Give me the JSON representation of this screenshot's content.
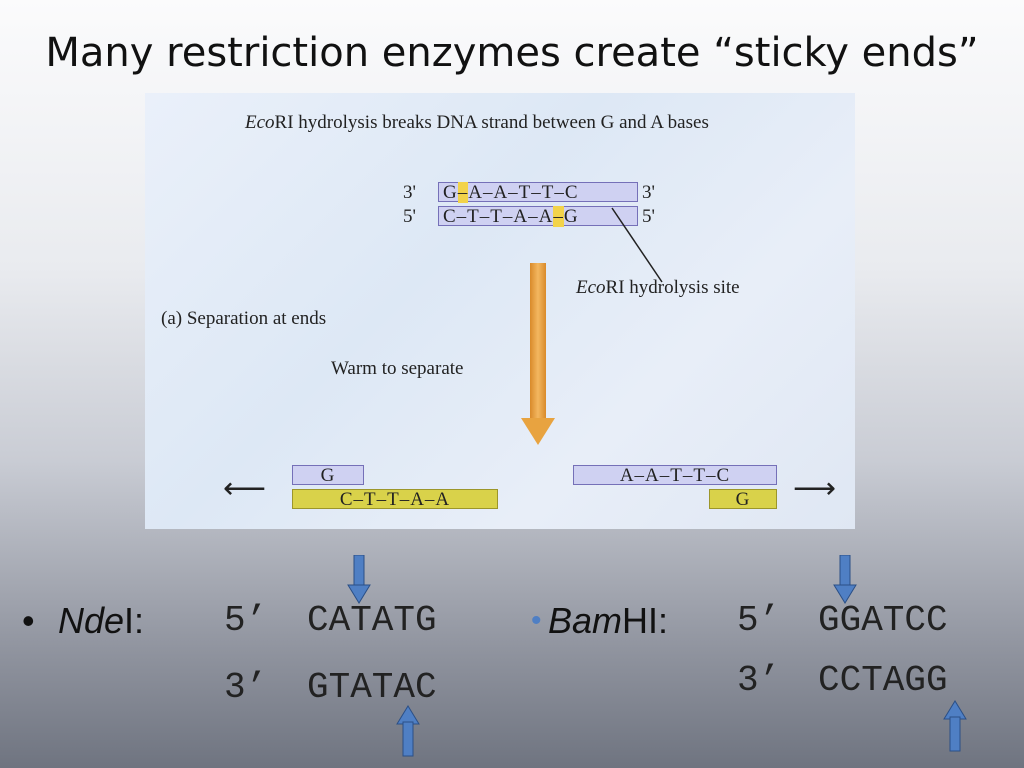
{
  "slide": {
    "title": "Many restriction enzymes create “sticky ends”"
  },
  "figure": {
    "caption_italic": "Eco",
    "caption_rest": "RI hydrolysis breaks DNA strand between G and A bases",
    "top_strand": {
      "left_end": "3'",
      "right_end": "3'",
      "seq_a": "G",
      "seq_cut": "–",
      "seq_b": "A–A–T–T–C"
    },
    "bottom_strand": {
      "left_end": "5'",
      "right_end": "5'",
      "seq_a": "C–T–T–A–A",
      "seq_cut": "–",
      "seq_b": "G"
    },
    "site_italic": "Eco",
    "site_rest": "RI hydrolysis site",
    "separation_label": "(a)  Separation at ends",
    "warm_label": "Warm to separate",
    "left_frag_top": "G",
    "left_frag_bottom": "C–T–T–A–A",
    "right_frag_top": "A–A–T–T–C",
    "right_frag_bottom": "G",
    "left_arrow": "⟵",
    "right_arrow": "⟶"
  },
  "enzymes": [
    {
      "bullet": "•",
      "name_italic": "Nde",
      "name_rest": "I:",
      "top_end": "5’",
      "top_seq": "CATATG",
      "bottom_end": "3’",
      "bottom_seq": "GTATAC"
    },
    {
      "bullet": "•",
      "name_italic": "Bam",
      "name_rest": "HI:",
      "top_end": "5’",
      "top_seq": "GGATCC",
      "bottom_end": "3’",
      "bottom_seq": "CCTAGG"
    }
  ],
  "colors": {
    "cut_arrow": "#4f7fc4",
    "strand_blue": "#cfd1f2",
    "strand_yellow": "#d9d24a",
    "highlight": "#f2d34a",
    "warm_arrow": "#e8a340"
  }
}
